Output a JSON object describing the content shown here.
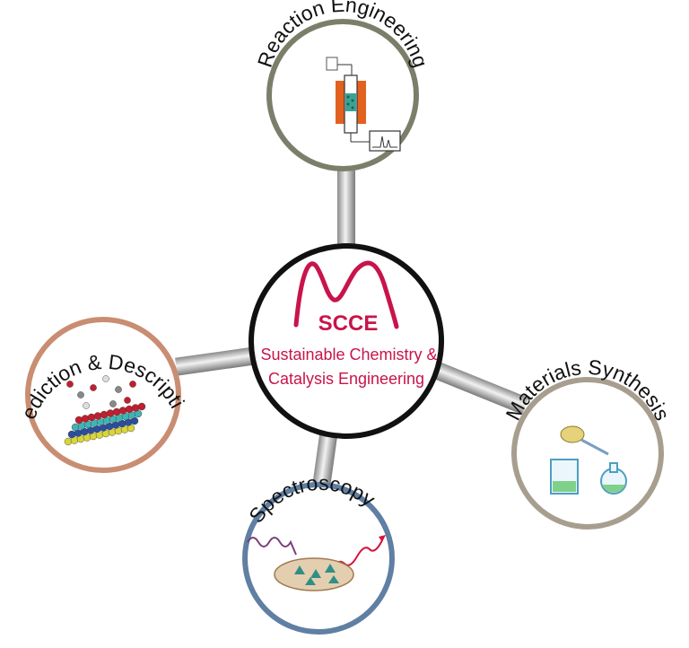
{
  "colors": {
    "accent": "#c8144b",
    "hub_border": "#111111",
    "reaction_border": "#7a7f6a",
    "materials_border": "#a89e8f",
    "spectroscopy_border": "#5f7fa3",
    "prediction_border": "#c98d72"
  },
  "hub": {
    "logo_text": "SCCE",
    "line1": "Sustainable Chemistry &",
    "line2": "Catalysis Engineering",
    "logo_icon": "double-peak-curve-icon"
  },
  "nodes": {
    "reaction": {
      "label": "Reaction Engineering",
      "icon": "reactor-icon"
    },
    "materials": {
      "label": "Materials Synthesis",
      "icon": "labware-icon"
    },
    "spectroscopy": {
      "label": "Spectroscopy",
      "icon": "light-sample-icon"
    },
    "prediction": {
      "label": "Prediction & Description",
      "icon": "molecules-surface-icon"
    }
  }
}
